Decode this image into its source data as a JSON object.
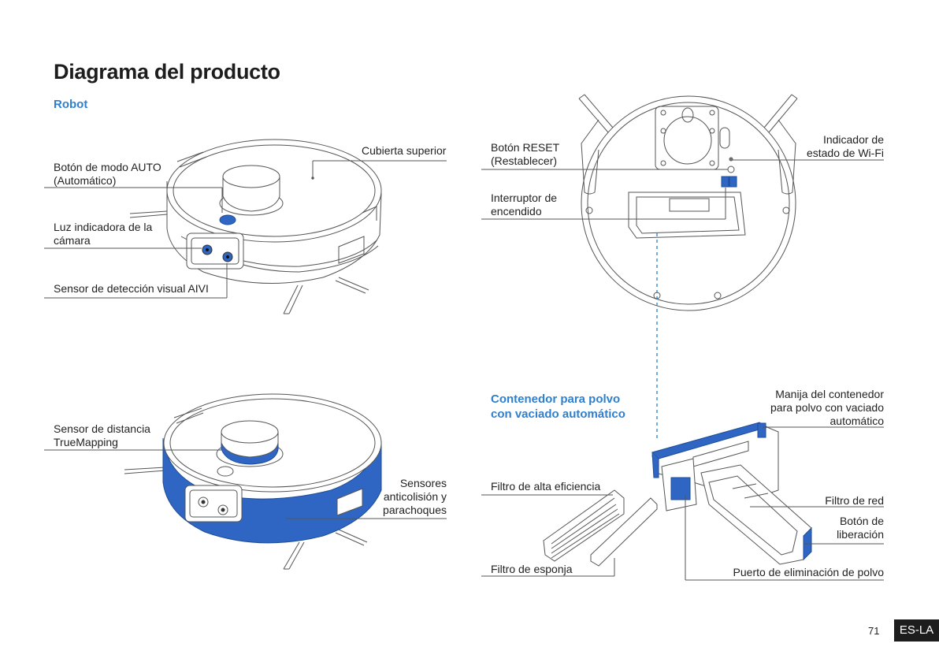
{
  "page": {
    "title": "Diagrama del producto",
    "page_number": "71",
    "language_badge": "ES-LA"
  },
  "robot_section": {
    "heading": "Robot",
    "labels": {
      "top_cover": "Cubierta superior",
      "auto_button_1": "Botón de modo AUTO",
      "auto_button_2": "(Automático)",
      "camera_light_1": "Luz indicadora de la",
      "camera_light_2": "cámara",
      "aivi_sensor": "Sensor de detección visual AIVI",
      "truemapping_1": "Sensor de distancia",
      "truemapping_2": "TrueMapping",
      "bumper_1": "Sensores",
      "bumper_2": "anticolisión y",
      "bumper_3": "parachoques"
    }
  },
  "bottom_view": {
    "labels": {
      "reset_1": "Botón RESET",
      "reset_2": "(Restablecer)",
      "power_1": "Interruptor de",
      "power_2": "encendido",
      "wifi_1": "Indicador de",
      "wifi_2": "estado de Wi-Fi"
    }
  },
  "dustbin_section": {
    "heading_1": "Contenedor para polvo",
    "heading_2": "con vaciado automático",
    "labels": {
      "handle_1": "Manija del contenedor",
      "handle_2": "para polvo con vaciado",
      "handle_3": "automático",
      "hepa": "Filtro de alta eficiencia",
      "mesh": "Filtro de red",
      "release_1": "Botón de",
      "release_2": "liberación",
      "sponge": "Filtro de esponja",
      "evacuation_port": "Puerto de eliminación de polvo"
    }
  },
  "colors": {
    "accent_blue": "#2f7fcd",
    "highlight_blue": "#2f66c4",
    "line_gray": "#555555"
  }
}
